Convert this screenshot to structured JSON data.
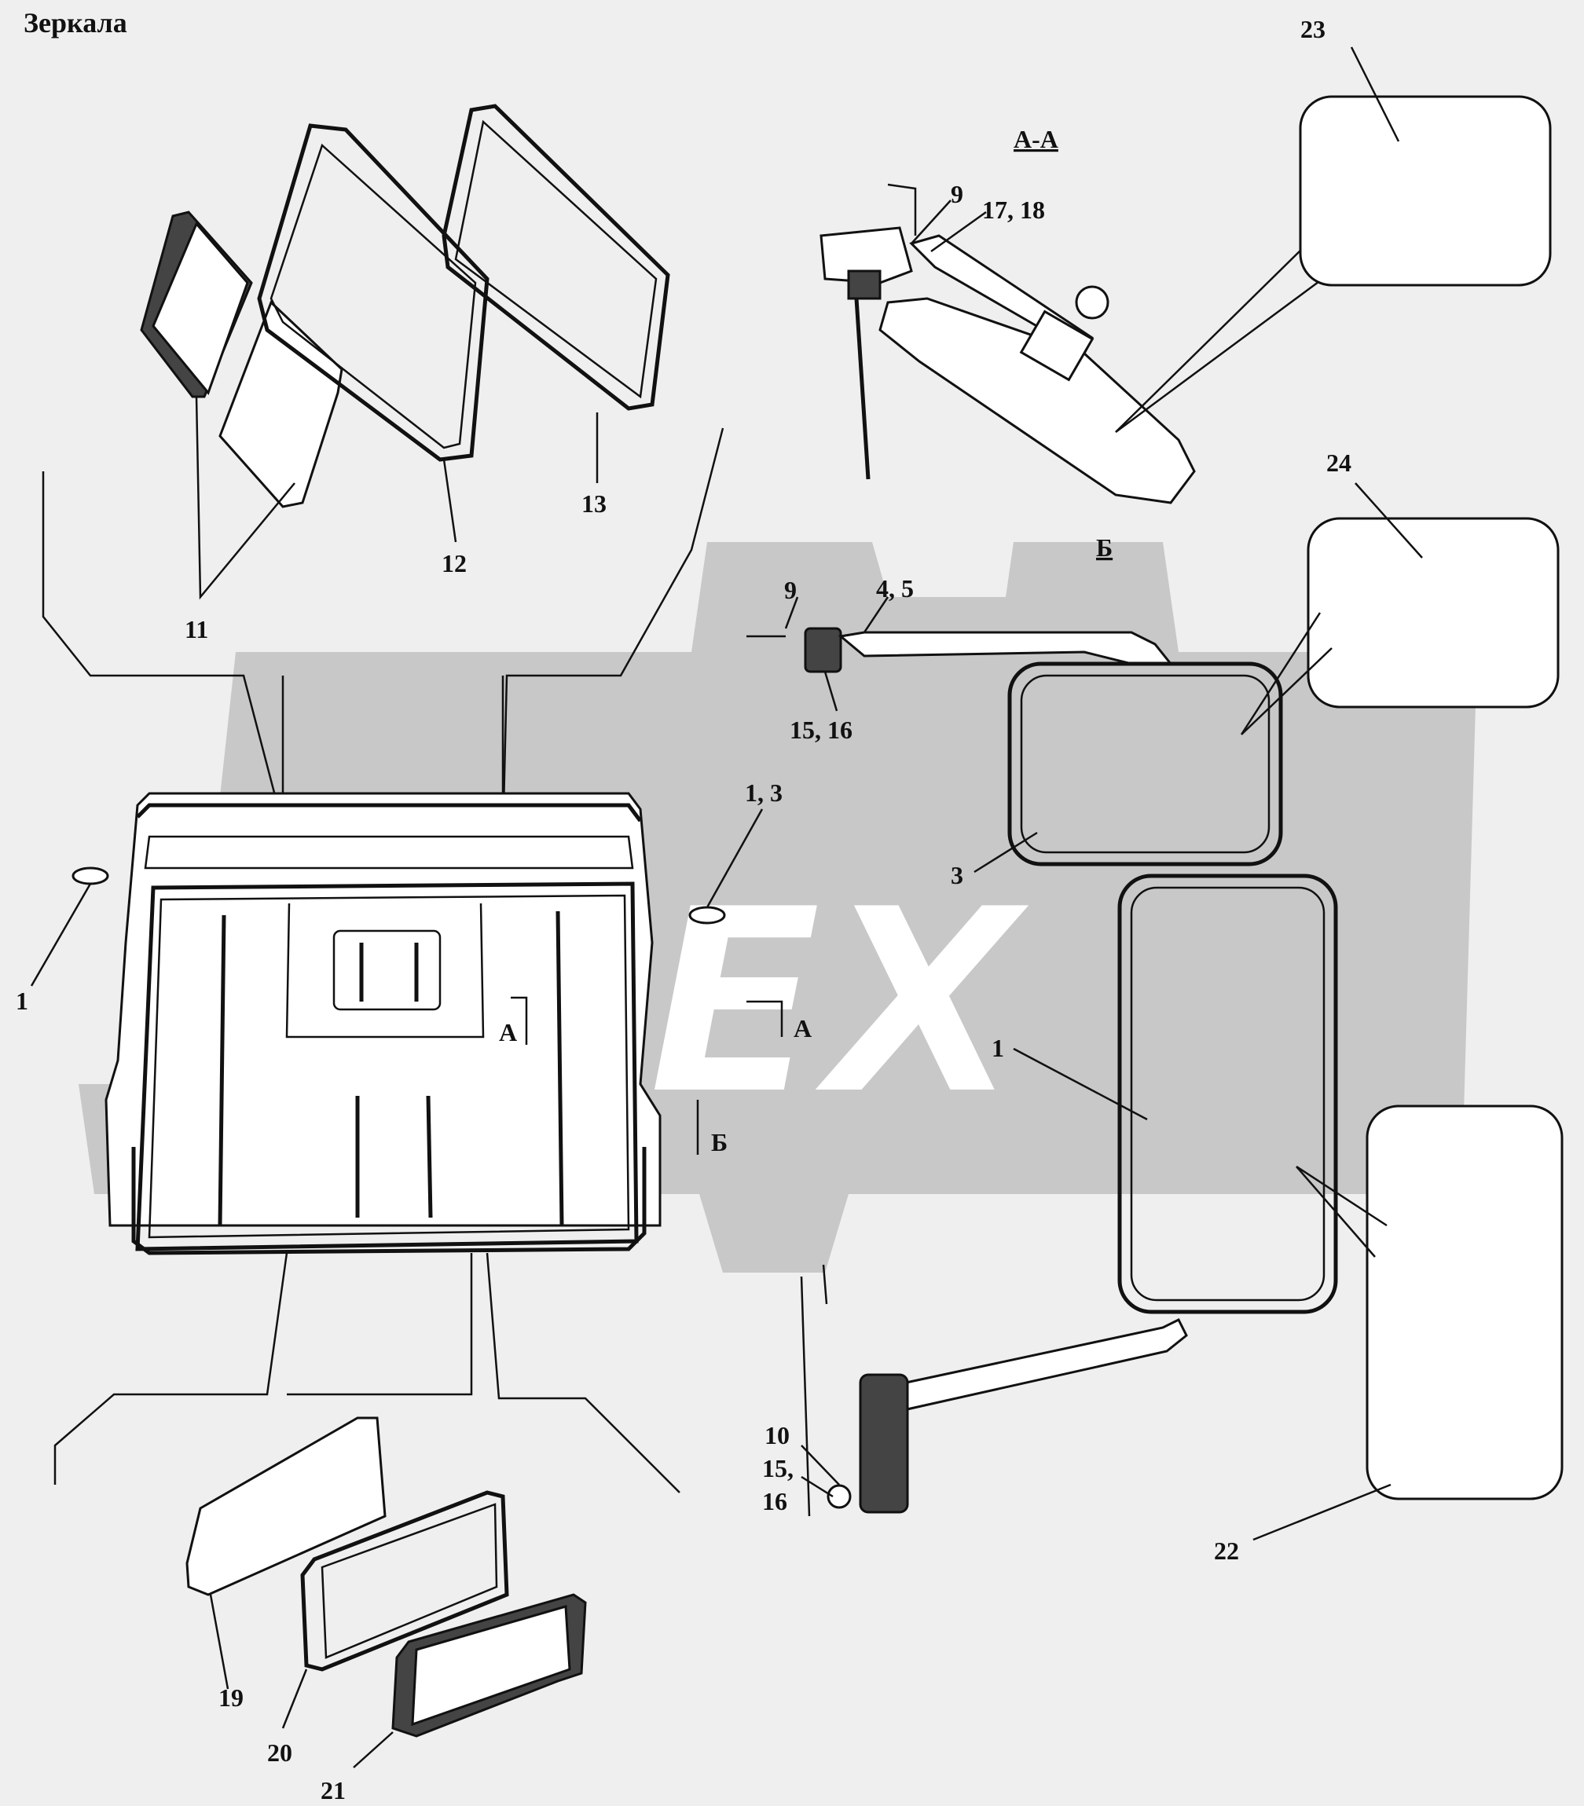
{
  "title": "Зеркала",
  "watermark": "OPEX",
  "sections": {
    "aa": "А-А",
    "b": "Б",
    "marker_a_left": "А",
    "marker_a_right": "А",
    "marker_b": "Б"
  },
  "callouts": {
    "c1_left": "1",
    "c1_3": "1, 3",
    "c1_right": "1",
    "c3": "3",
    "c4_5": "4, 5",
    "c9_top": "9",
    "c9_mid": "9",
    "c10": "10",
    "c11": "11",
    "c12": "12",
    "c13": "13",
    "c15": "15,",
    "c15_16": "15, 16",
    "c16": "16",
    "c17_18": "17, 18",
    "c19": "19",
    "c20": "20",
    "c21": "21",
    "c22": "22",
    "c23": "23",
    "c24": "24"
  }
}
